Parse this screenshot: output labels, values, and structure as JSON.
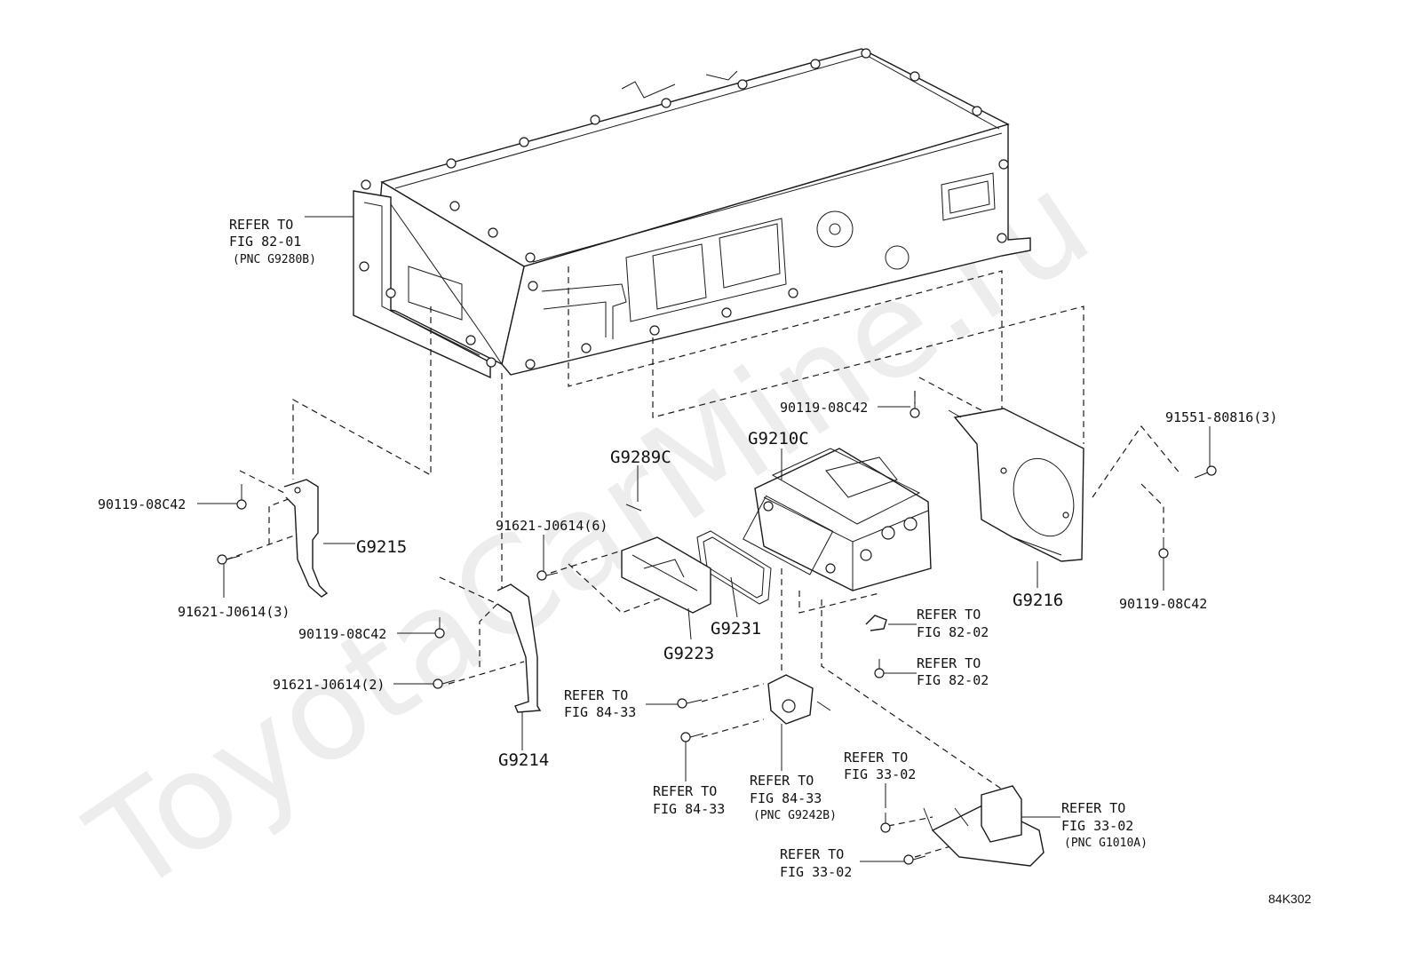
{
  "watermark": "ToyotaCarMine.ru",
  "diagram_code": "84K302",
  "labels": {
    "refer_82_01_a": "REFER TO",
    "refer_82_01_b": "FIG 82-01",
    "refer_82_01_c": "(PNC G9280B)",
    "p90119_top": "90119-08C42",
    "p91551": "91551-80816(3)",
    "g9210c": "G9210C",
    "g9289c": "G9289C",
    "p90119_left": "90119-08C42",
    "p91621_6": "91621-J0614(6)",
    "g9215": "G9215",
    "p91621_3": "91621-J0614(3)",
    "p90119_mid": "90119-08C42",
    "g9231": "G9231",
    "g9223": "G9223",
    "g9216": "G9216",
    "p90119_right": "90119-08C42",
    "refer_82_02_a1": "REFER TO",
    "refer_82_02_a2": "FIG 82-02",
    "refer_82_02_b1": "REFER TO",
    "refer_82_02_b2": "FIG 82-02",
    "p91621_2": "91621-J0614(2)",
    "refer_84_33_a1": "REFER TO",
    "refer_84_33_a2": "FIG 84-33",
    "g9214": "G9214",
    "refer_84_33_b1": "REFER TO",
    "refer_84_33_b2": "FIG 84-33",
    "refer_84_33_c1": "REFER TO",
    "refer_84_33_c2": "FIG 84-33",
    "refer_84_33_c3": "(PNC G9242B)",
    "refer_33_02_a1": "REFER TO",
    "refer_33_02_a2": "FIG 33-02",
    "refer_33_02_b1": "REFER TO",
    "refer_33_02_b2": "FIG 33-02",
    "refer_33_02_b3": "(PNC G1010A)",
    "refer_33_02_c1": "REFER TO",
    "refer_33_02_c2": "FIG 33-02"
  }
}
